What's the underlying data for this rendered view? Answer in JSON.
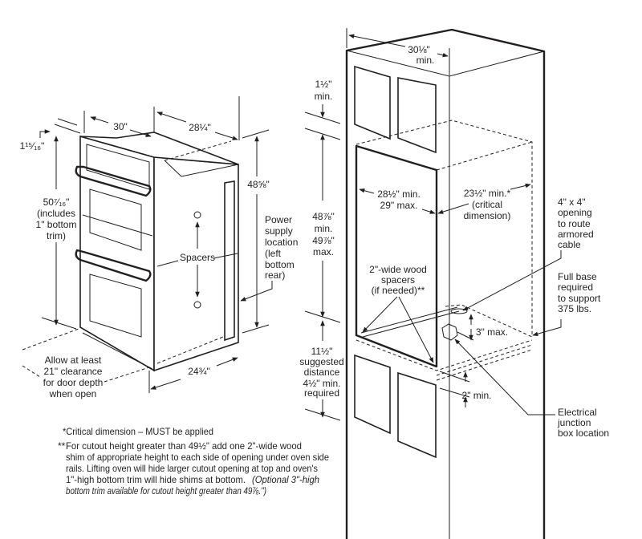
{
  "oven": {
    "width": "30\"",
    "depth": "28¼\"",
    "trim_offset": "1¹⁵⁄₁₆\"",
    "height": "50⁷⁄₁₆\"",
    "height_note": [
      "(includes",
      "1\" bottom",
      "trim)"
    ],
    "side_height": "48⅝\"",
    "spacers": "Spacers",
    "power_supply": [
      "Power",
      "supply",
      "location",
      "(left",
      "bottom",
      "rear)"
    ],
    "clearance": [
      "Allow at least",
      "21\" clearance",
      "for door depth",
      "when open"
    ],
    "bottom_depth": "24¾\""
  },
  "cabinet": {
    "width": [
      "30⅛\"",
      "min."
    ],
    "top_gap": [
      "1½\"",
      "min."
    ],
    "cutout_height": [
      "48⅞\"",
      "min.",
      "49⅞\"",
      "max."
    ],
    "cutout_width": [
      "28½\" min.",
      "29\" max."
    ],
    "depth": [
      "23½\" min.*",
      "(critical",
      "dimension)"
    ],
    "opening": [
      "4\" x 4\"",
      "opening",
      "to route",
      "armored",
      "cable"
    ],
    "full_base": [
      "Full base",
      "required",
      "to support",
      "375 lbs."
    ],
    "wood_spacers": [
      "2\"-wide wood",
      "spacers",
      "(if needed)**"
    ],
    "box_height": "3\" max.",
    "bottom_distance": [
      "11½\"",
      "suggested",
      "distance",
      "4½\" min.",
      "required"
    ],
    "box_gap": "2\" min.",
    "junction_box": [
      "Electrical",
      "junction",
      "box location"
    ]
  },
  "footnotes": {
    "critical": "*Critical dimension – MUST be applied",
    "marker": "**",
    "shim_lines": [
      "For cutout height greater than 49½\" add one 2\"-wide wood",
      "shim of appropriate height to each side of opening under oven side",
      "rails. Lifting oven will hide larger cutout opening at top and oven's",
      "1\"-high bottom trim will hide shims at bottom."
    ],
    "optional_lines": [
      "(Optional 3\"-high",
      "bottom trim available for cutout height greater than 49⅞.\")"
    ]
  }
}
